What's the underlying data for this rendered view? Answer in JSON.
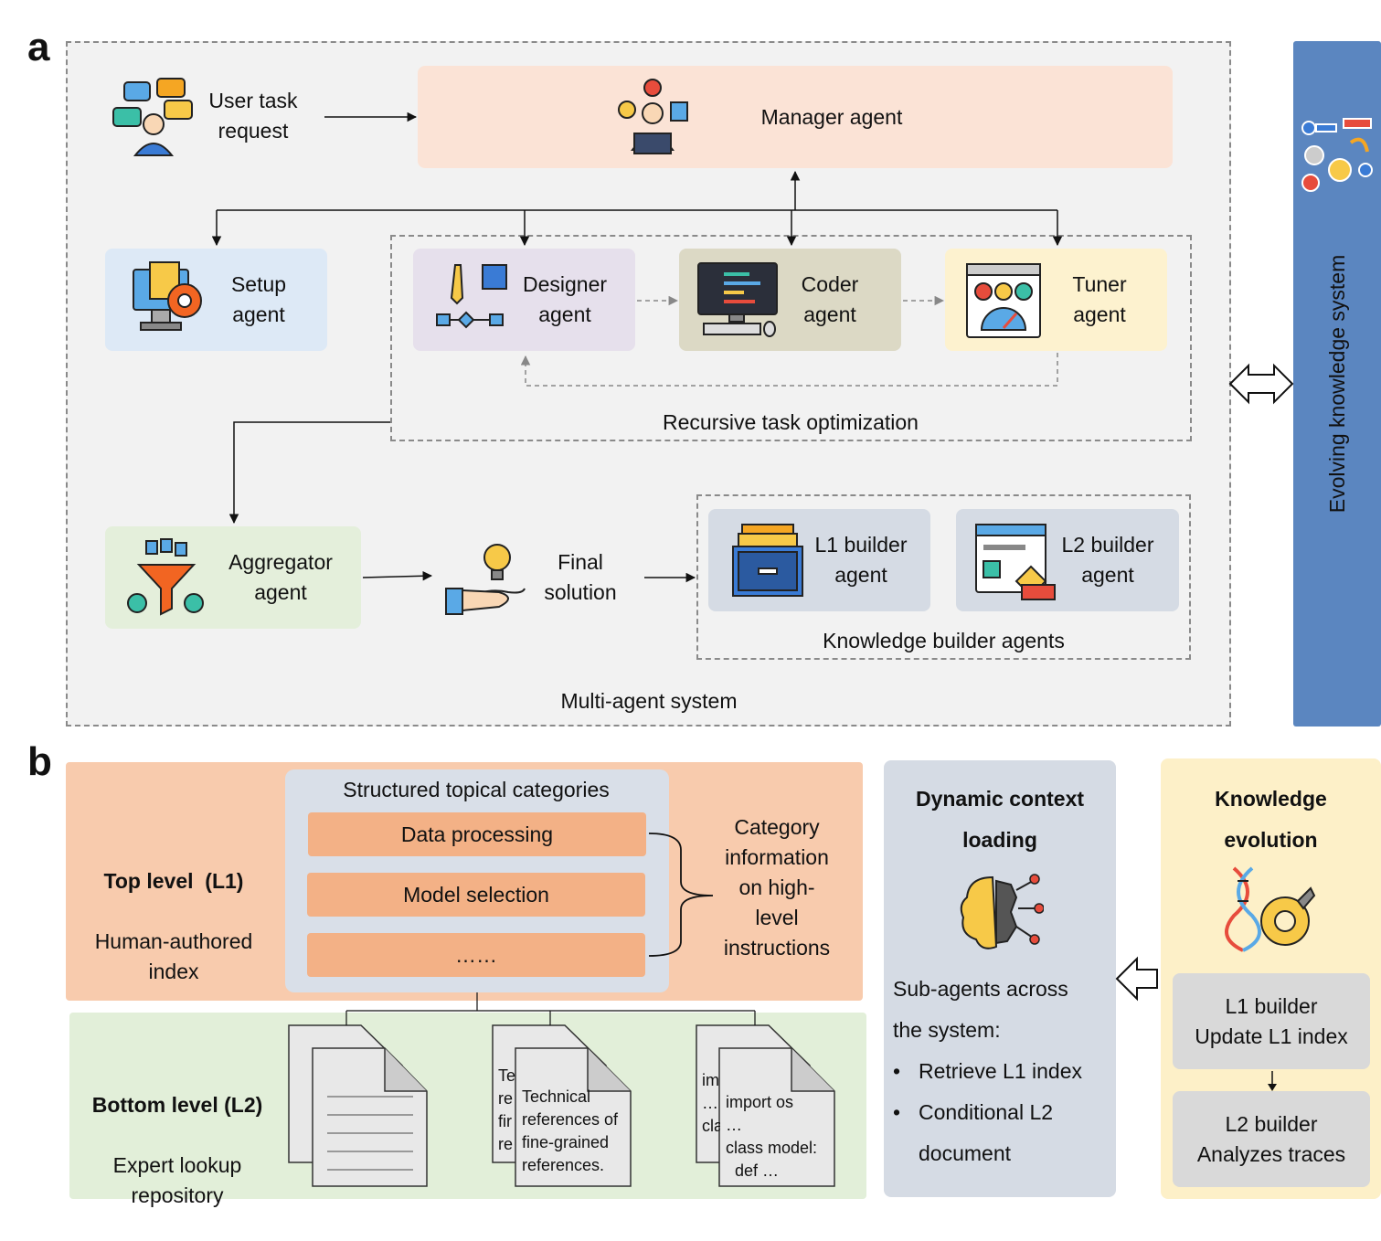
{
  "panels": {
    "a": "a",
    "b": "b"
  },
  "a": {
    "user_task": "User task\nrequest",
    "manager": "Manager agent",
    "setup": "Setup\nagent",
    "designer": "Designer\nagent",
    "coder": "Coder\nagent",
    "tuner": "Tuner\nagent",
    "recursive": "Recursive task optimization",
    "aggregator": "Aggregator\nagent",
    "final": "Final\nsolution",
    "l1_builder": "L1 builder\nagent",
    "l2_builder": "L2 builder\nagent",
    "knowledge_builders": "Knowledge builder agents",
    "multi_agent": "Multi-agent system",
    "evolving": "Evolving knowledge system"
  },
  "b": {
    "structured": "Structured topical categories",
    "categories": [
      "Data processing",
      "Model selection",
      "……"
    ],
    "top_level_title": "Top level  (L1)",
    "top_level_desc": "Human-authored\nindex",
    "category_info": "Category\ninformation\non high-\nlevel\ninstructions",
    "bottom_level_title": "Bottom level (L2)",
    "bottom_level_desc": "Expert lookup\nrepository",
    "doc2_back": "Te\nre\nfir\nre",
    "doc2_front": "Technical\nreferences of\nfine-grained\nreferences.",
    "doc3_back": "im\n…\ncla",
    "doc3_front": "import os\n…\nclass model:\n  def …",
    "dynamic_title": "Dynamic context\nloading",
    "dynamic_intro": "Sub-agents across\nthe system:",
    "dynamic_bullets": [
      "Retrieve L1 index",
      "Conditional L2\ndocument"
    ],
    "knowledge_title": "Knowledge\nevolution",
    "l1_update": "L1 builder\nUpdate L1 index",
    "l2_analyze": "L2 builder\nAnalyzes traces"
  },
  "colors": {
    "manager": "#fbe3d6",
    "setup": "#dde9f6",
    "designer": "#e6e0ec",
    "coder": "#dcd9c5",
    "tuner": "#fdf2cf",
    "aggregator": "#e4efdb",
    "builders": "#d5dbe4",
    "evolving": "#5b86c0",
    "l1_panel": "#f8cbad",
    "structured": "#d9dfe8",
    "category": "#f3b186",
    "l2_panel": "#e2efd9",
    "dynamic": "#d5dbe4",
    "knowledge": "#fdf0c8",
    "step": "#d9d9d9"
  }
}
